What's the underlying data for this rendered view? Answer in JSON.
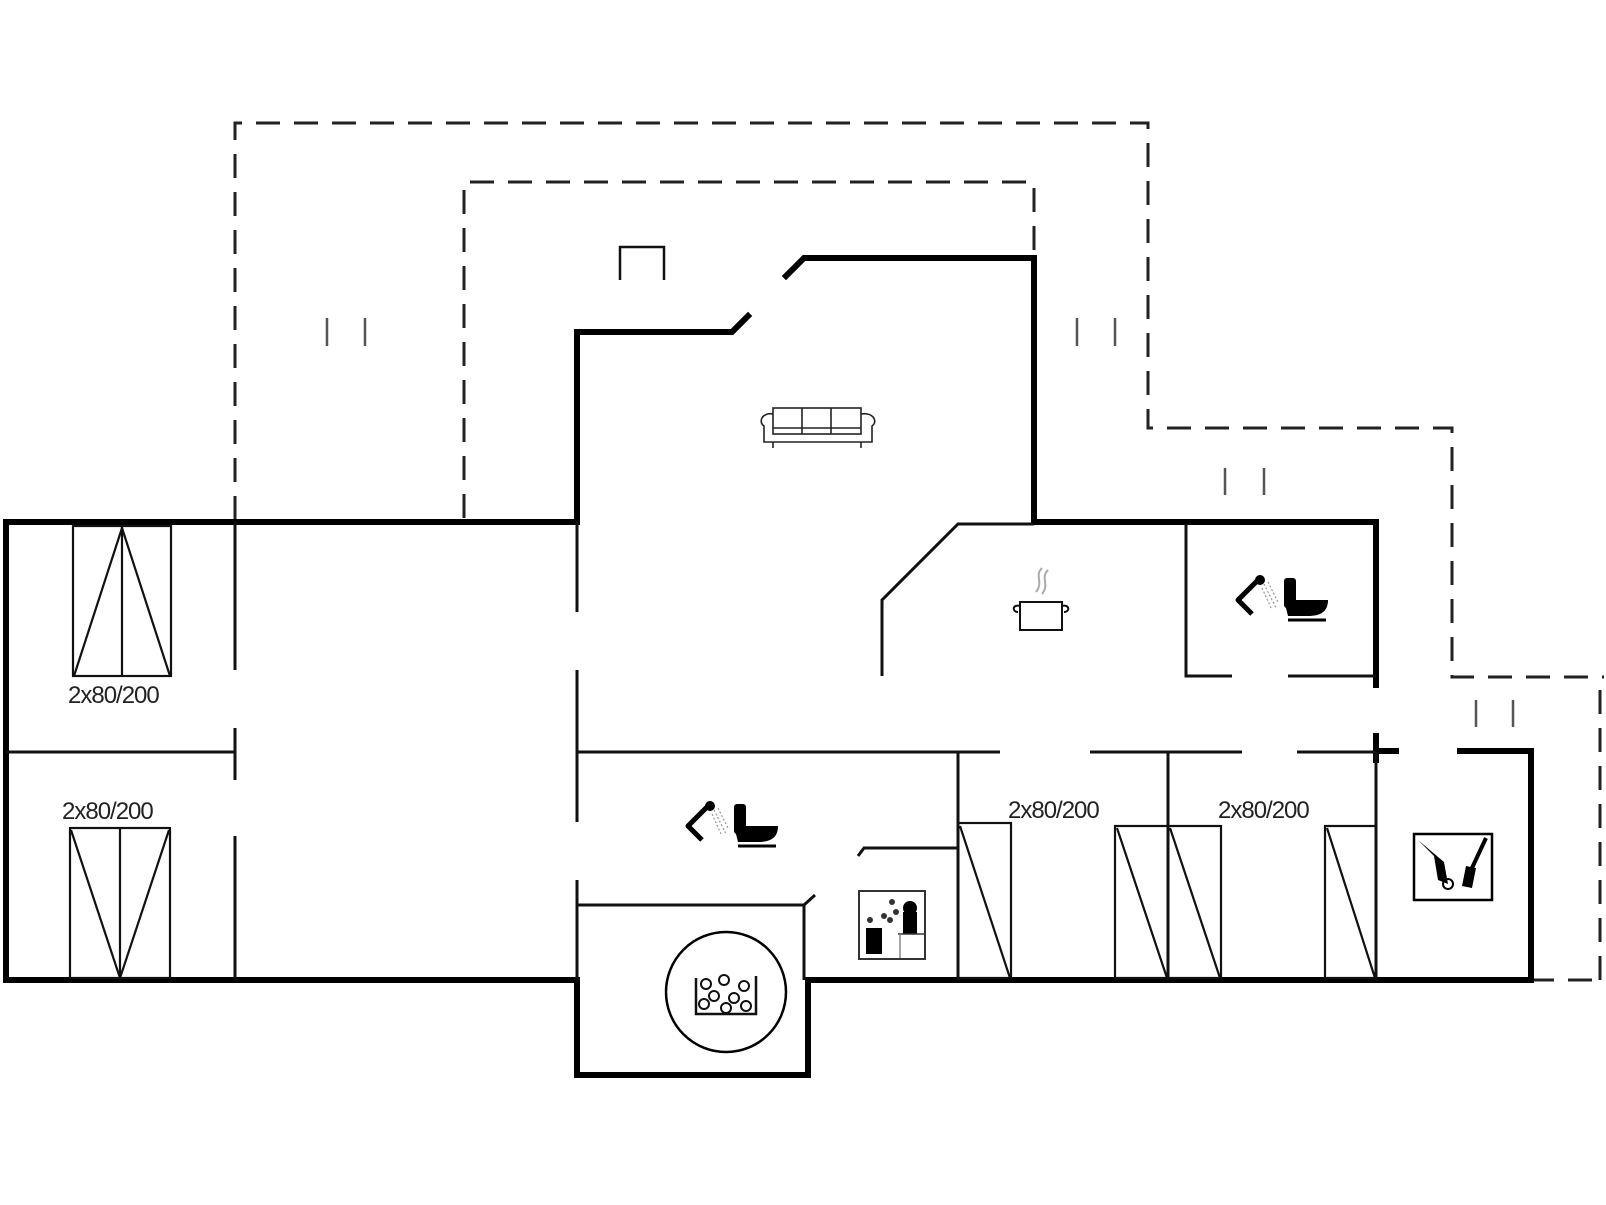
{
  "plan": {
    "type": "floor-plan",
    "background": "#ffffff",
    "wall_color": "#000000",
    "bed_labels": [
      {
        "id": "bedroom-1",
        "text": "2x80/200"
      },
      {
        "id": "bedroom-2",
        "text": "2x80/200"
      },
      {
        "id": "bedroom-3",
        "text": "2x80/200"
      },
      {
        "id": "bedroom-4",
        "text": "2x80/200"
      }
    ],
    "icons": [
      {
        "id": "sofa",
        "name": "sofa-icon",
        "room": "living-room"
      },
      {
        "id": "cooking-pot",
        "name": "cooking-pot-icon",
        "room": "kitchen"
      },
      {
        "id": "shower-toilet-1",
        "name": "shower-toilet-icon",
        "room": "bathroom-1"
      },
      {
        "id": "shower-toilet-2",
        "name": "shower-toilet-icon",
        "room": "bathroom-2"
      },
      {
        "id": "whirlpool",
        "name": "whirlpool-icon",
        "room": "spa"
      },
      {
        "id": "sauna",
        "name": "sauna-icon",
        "room": "sauna"
      },
      {
        "id": "utility",
        "name": "washing-utility-icon",
        "room": "utility-room"
      }
    ]
  }
}
